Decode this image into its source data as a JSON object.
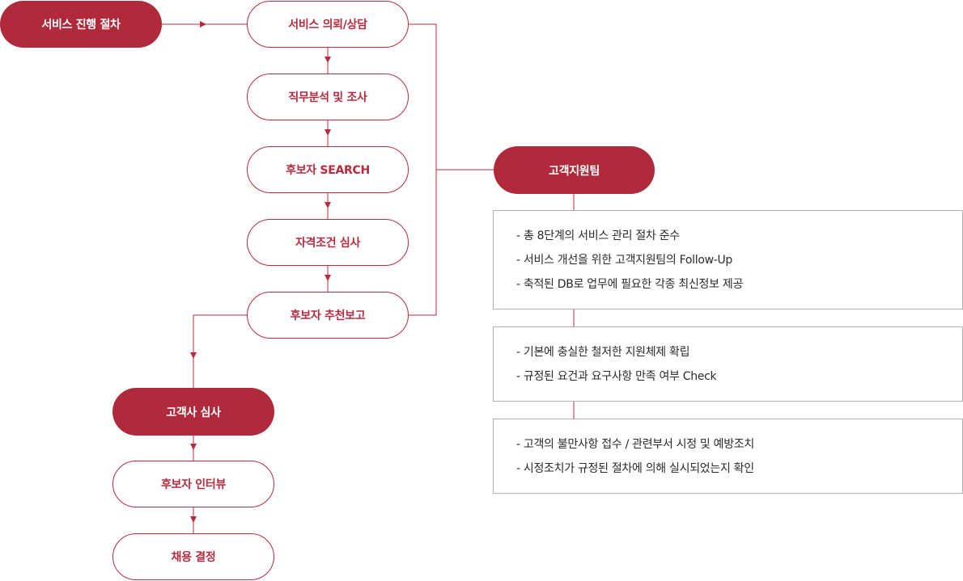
{
  "process": {
    "title": "서비스 진행 절차",
    "steps": [
      "서비스 의뢰/상담",
      "직무분석 및 조사",
      "후보자 SEARCH",
      "자격조건 심사",
      "후보자 추천보고"
    ]
  },
  "client_review": {
    "title": "고객사 심사",
    "steps": [
      "후보자 인터뷰",
      "채용 결정"
    ]
  },
  "support_team": {
    "title": "고객지원팀",
    "boxes": [
      {
        "items": [
          "- 총 8단계의 서비스 관리 절차 준수",
          "- 서비스 개선을 위한 고객지원팀의 Follow-Up",
          "- 축적된 DB로 업무에 필요한 각종 최신정보 제공"
        ]
      },
      {
        "items": [
          "- 기본에 충실한 철저한 지원체제 확립",
          "- 규정된 요건과 요구사항 만족 여부 Check"
        ]
      },
      {
        "items": [
          "- 고객의 불만사항 접수 / 관련부서 시정 및 예방조치",
          "- 시정조치가 규정된 절차에 의해 실시되었는지 확인"
        ]
      }
    ]
  },
  "colors": {
    "accent": "#b02a3c",
    "box_border": "#b0b0b0",
    "text": "#2a2a2a"
  }
}
